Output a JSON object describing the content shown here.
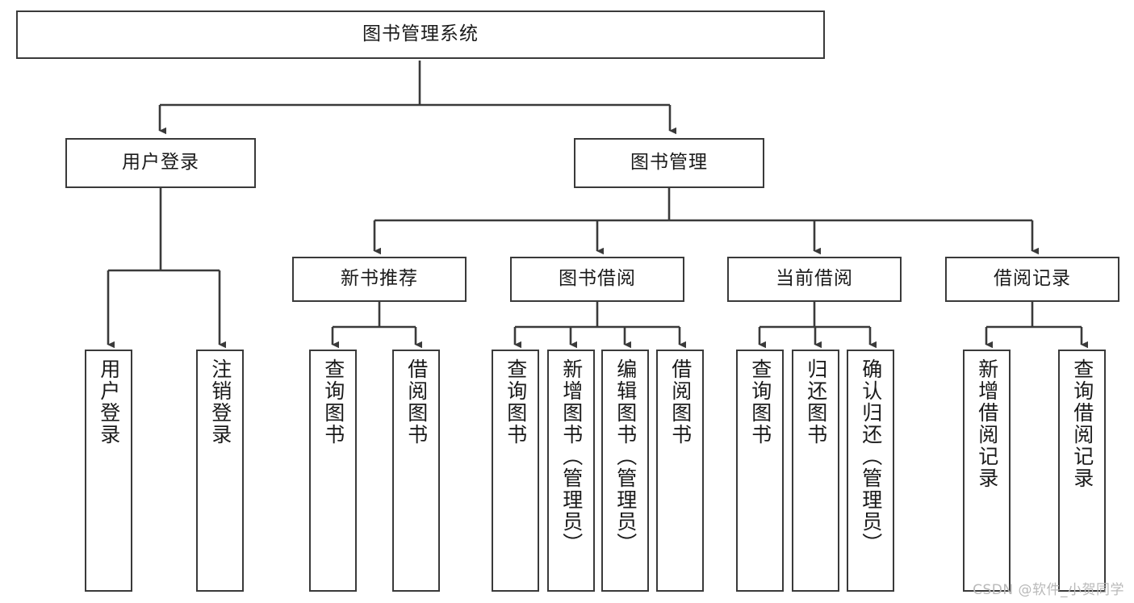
{
  "diagram": {
    "title": "图书管理系统",
    "type": "tree",
    "colors": {
      "border": "#3a3a3a",
      "fill": "#ffffff",
      "text": "#1a1a1a",
      "connector": "#3a3a3a",
      "watermark": "#b9b9b9"
    },
    "watermark": "CSDN @软件_小贺同学",
    "nodes": {
      "root": {
        "label": "图书管理系统",
        "orientation": "horizontal"
      },
      "level2": [
        {
          "id": "user-login",
          "label": "用户登录",
          "orientation": "horizontal"
        },
        {
          "id": "book-manage",
          "label": "图书管理",
          "orientation": "horizontal"
        }
      ],
      "level3": [
        {
          "id": "new-book-recommend",
          "label": "新书推荐",
          "orientation": "horizontal"
        },
        {
          "id": "book-borrow",
          "label": "图书借阅",
          "orientation": "horizontal"
        },
        {
          "id": "current-borrow",
          "label": "当前借阅",
          "orientation": "horizontal"
        },
        {
          "id": "borrow-record",
          "label": "借阅记录",
          "orientation": "horizontal"
        }
      ],
      "leaves": [
        {
          "id": "leaf-user-login",
          "label": "用户登录",
          "parent": "user-login",
          "orientation": "vertical"
        },
        {
          "id": "leaf-user-logout",
          "label": "注销登录",
          "parent": "user-login",
          "orientation": "vertical"
        },
        {
          "id": "leaf-query-book-1",
          "label": "查询图书",
          "parent": "new-book-recommend",
          "orientation": "vertical"
        },
        {
          "id": "leaf-borrow-book-1",
          "label": "借阅图书",
          "parent": "new-book-recommend",
          "orientation": "vertical"
        },
        {
          "id": "leaf-query-book-2",
          "label": "查询图书",
          "parent": "book-borrow",
          "orientation": "vertical"
        },
        {
          "id": "leaf-add-book",
          "label": "新增图书（管理员）",
          "parent": "book-borrow",
          "orientation": "vertical"
        },
        {
          "id": "leaf-edit-book",
          "label": "编辑图书（管理员）",
          "parent": "book-borrow",
          "orientation": "vertical"
        },
        {
          "id": "leaf-borrow-book-2",
          "label": "借阅图书",
          "parent": "book-borrow",
          "orientation": "vertical"
        },
        {
          "id": "leaf-query-book-3",
          "label": "查询图书",
          "parent": "current-borrow",
          "orientation": "vertical"
        },
        {
          "id": "leaf-return-book",
          "label": "归还图书",
          "parent": "current-borrow",
          "orientation": "vertical"
        },
        {
          "id": "leaf-confirm-return",
          "label": "确认归还（管理员）",
          "parent": "current-borrow",
          "orientation": "vertical"
        },
        {
          "id": "leaf-add-record",
          "label": "新增借阅记录",
          "parent": "borrow-record",
          "orientation": "vertical"
        },
        {
          "id": "leaf-query-record",
          "label": "查询借阅记录",
          "parent": "borrow-record",
          "orientation": "vertical"
        }
      ]
    }
  }
}
